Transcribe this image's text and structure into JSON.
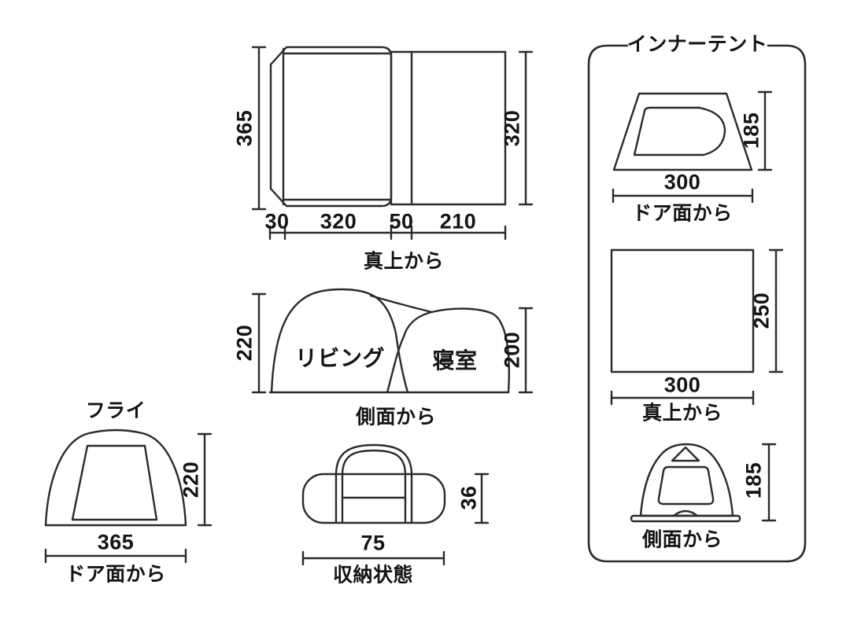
{
  "colors": {
    "line": "#2b2b2b",
    "text": "#141414",
    "background": "#ffffff"
  },
  "top_view": {
    "caption": "真上から",
    "height_left": "365",
    "height_right": "320",
    "widths": [
      "30",
      "320",
      "50",
      "210"
    ]
  },
  "side_view": {
    "caption": "側面から",
    "height_left": "220",
    "height_right": "200",
    "room_left": "リビング",
    "room_right": "寝室"
  },
  "fly_view": {
    "title": "フライ",
    "caption": "ドア面から",
    "height": "220",
    "width": "365"
  },
  "storage_view": {
    "caption": "収納状態",
    "height": "36",
    "width": "75"
  },
  "inner_tent": {
    "title": "インナーテント",
    "door_view": {
      "caption": "ドア面から",
      "height": "185",
      "width": "300"
    },
    "top_view": {
      "caption": "真上から",
      "height": "250",
      "width": "300"
    },
    "side_view": {
      "caption": "側面から",
      "height": "185"
    }
  }
}
